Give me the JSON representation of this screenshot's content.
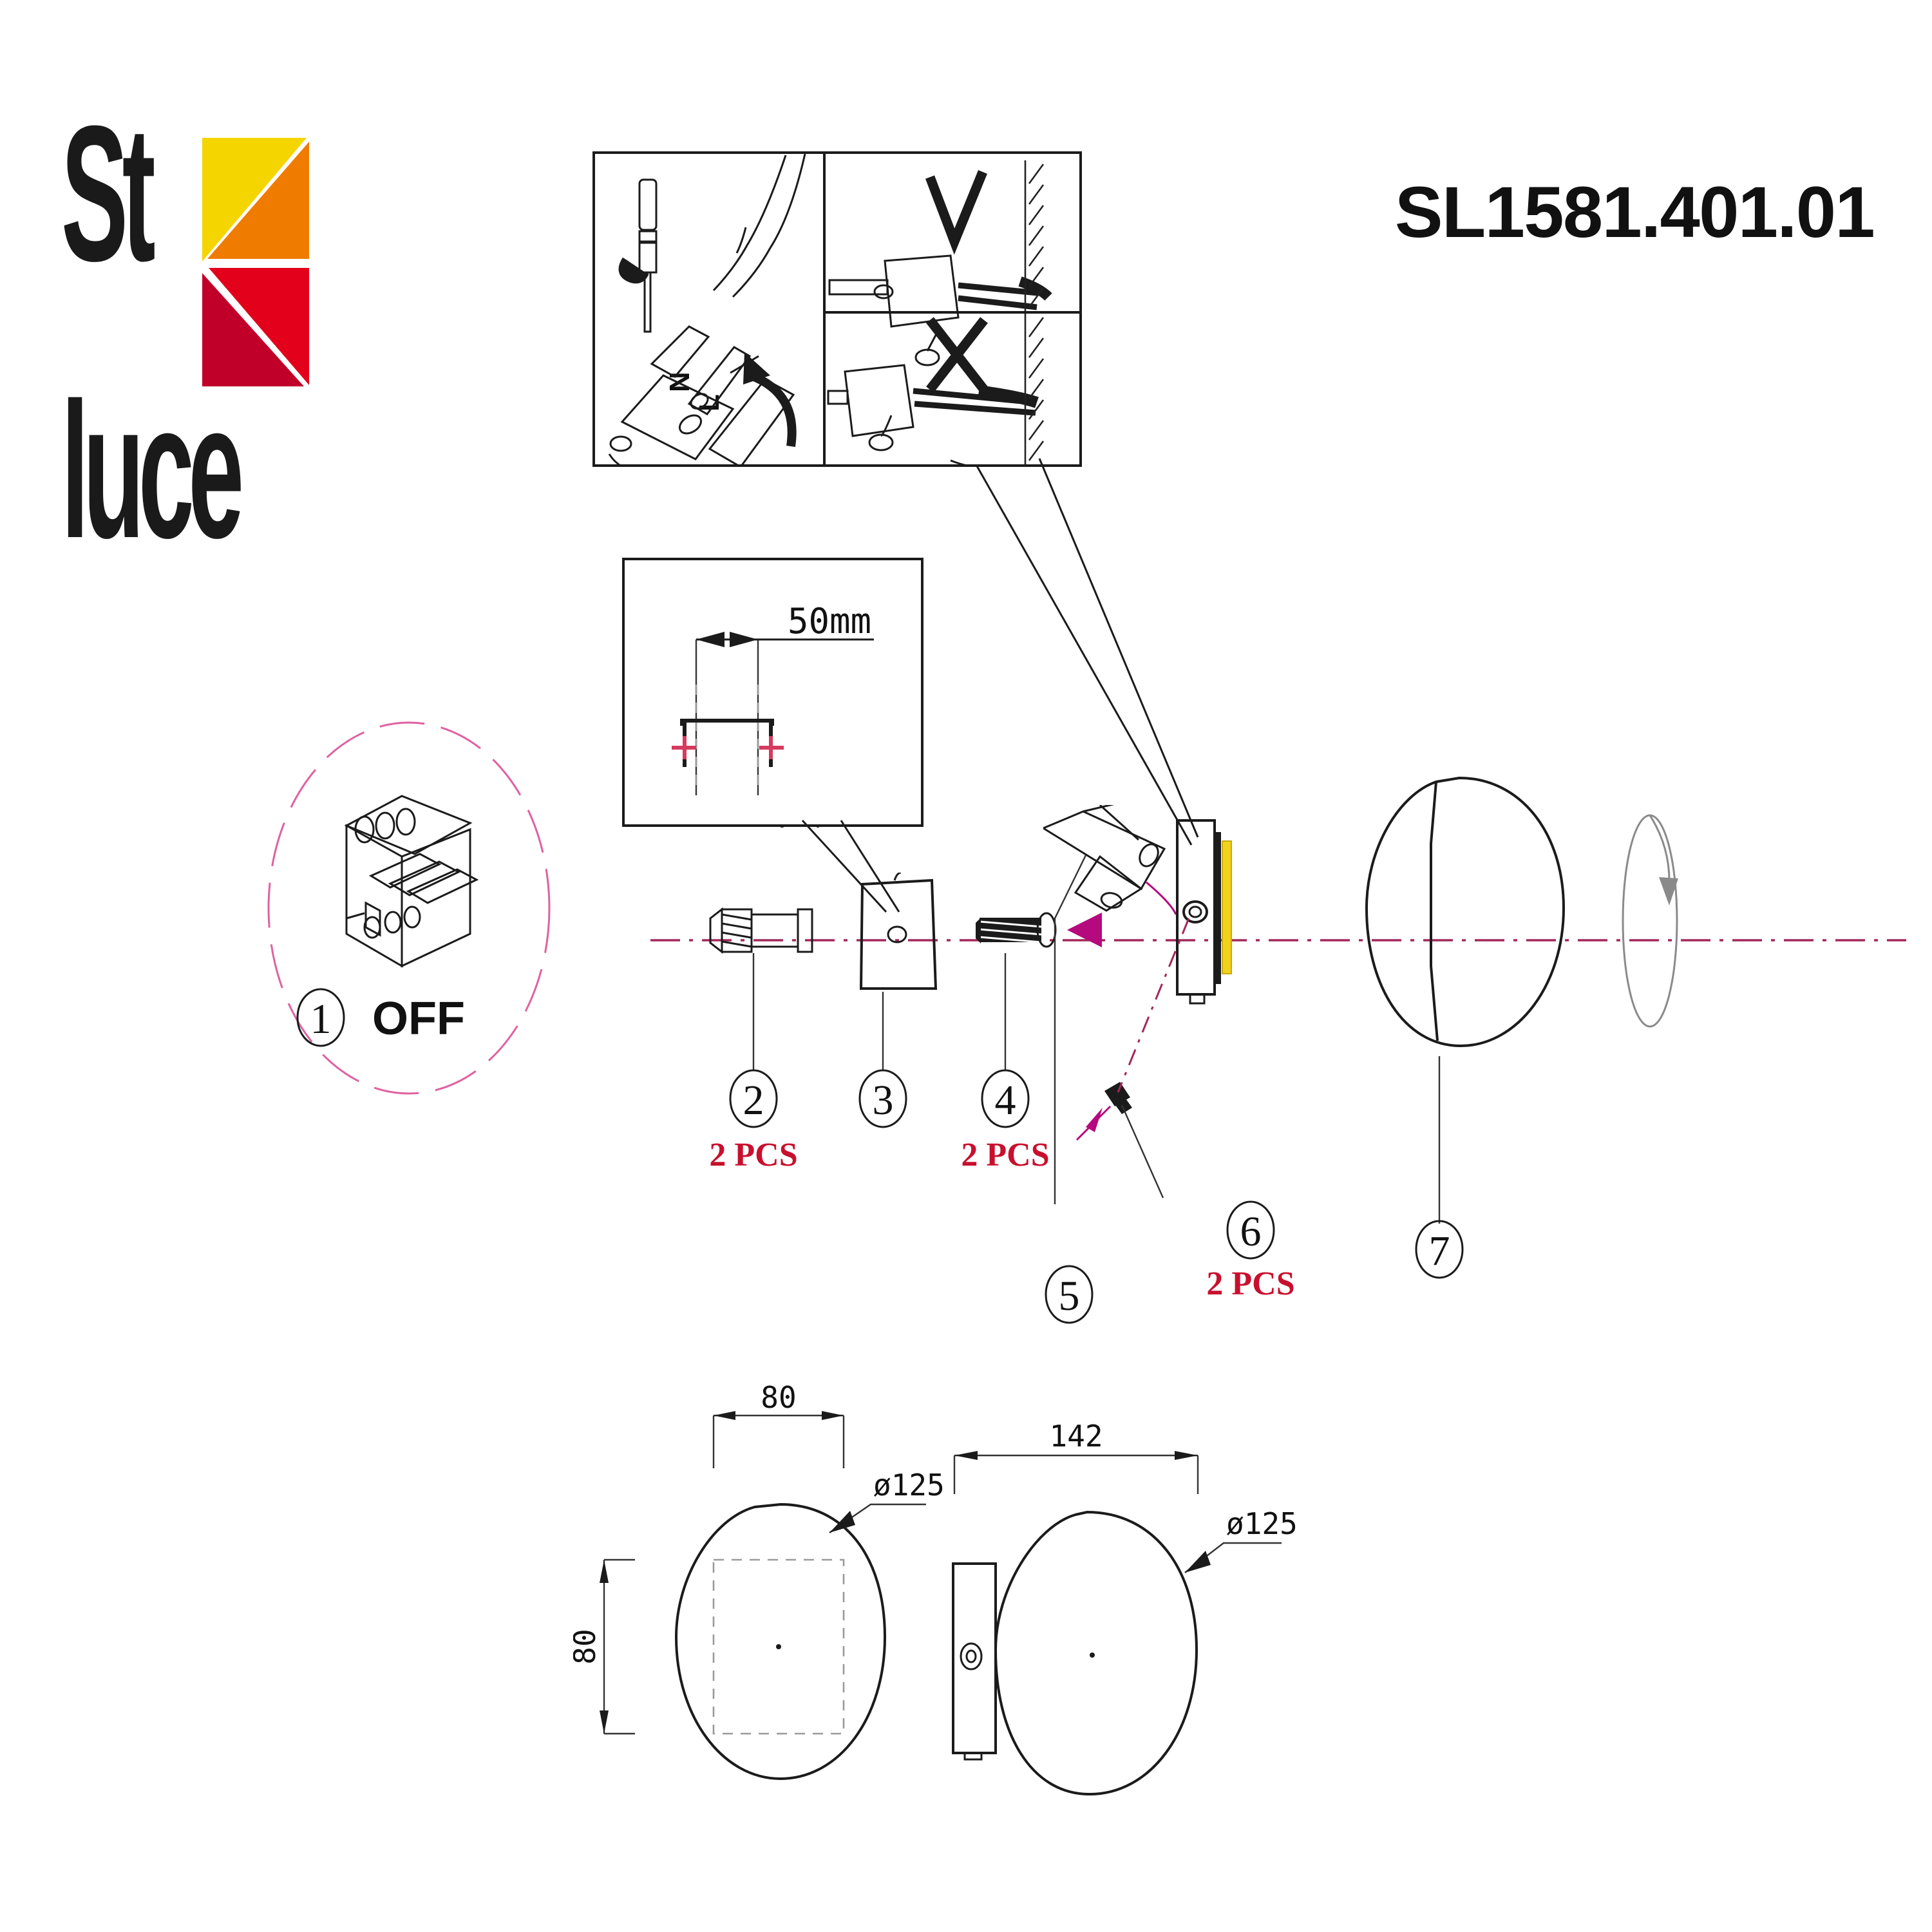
{
  "brand": {
    "name_top": "St",
    "name_bottom": "luce",
    "colors": {
      "yellow": "#f5d500",
      "orange": "#ef7c00",
      "red": "#e3001b",
      "crimson": "#c1002a",
      "black": "#1a1a1a"
    }
  },
  "product_code": "SL1581.401.01",
  "wiring_panel": {
    "name": "wiring-and-mounting-instruction",
    "terminal_markings": [
      "N",
      "L"
    ],
    "correct_mark": "✓",
    "wrong_mark": "✗"
  },
  "step_off": {
    "balloon": "1",
    "label": "OFF",
    "icon": "circuit-breaker-icon"
  },
  "detail_panel": {
    "dimension": "50mm",
    "note": "bracket-hole-spacing"
  },
  "parts": [
    {
      "balloon": "2",
      "qty": "2 PCS",
      "name": "wall-plug-anchor"
    },
    {
      "balloon": "3",
      "qty": "",
      "name": "mounting-bracket"
    },
    {
      "balloon": "4",
      "qty": "2 PCS",
      "name": "mounting-screw"
    },
    {
      "balloon": "5",
      "qty": "",
      "name": "lamp-body-terminal"
    },
    {
      "balloon": "6",
      "qty": "2 PCS",
      "name": "grub-screw"
    },
    {
      "balloon": "7",
      "qty": "",
      "name": "round-diffuser-shade"
    }
  ],
  "dimensions": {
    "front_view": {
      "width": "80",
      "height": "80",
      "diameter": "ø125"
    },
    "side_view": {
      "depth": "142",
      "diameter": "ø125"
    }
  },
  "rotation_indicator": {
    "name": "rotation-arrow",
    "color": "#b5097e"
  },
  "accent_colors": {
    "axis": "#a3285a",
    "magenta": "#b5097e",
    "pcs_red": "#c8102e",
    "shade_yellow": "#f2d21a"
  }
}
